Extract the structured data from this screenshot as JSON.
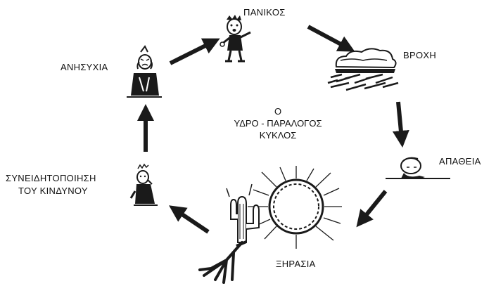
{
  "diagram": {
    "center_title": [
      "Ο",
      "ΥΔΡΟ - ΠΑΡΑΛΟΓΟΣ",
      "ΚΥΚΛΟΣ"
    ],
    "stages": [
      {
        "label": "ΠΑΝΙΚΟΣ",
        "icon": "panicked-person-icon"
      },
      {
        "label": "ΒΡΟΧΗ",
        "icon": "rain-cloud-icon"
      },
      {
        "label": "ΑΠΑΘΕΙΑ",
        "icon": "reclining-person-icon"
      },
      {
        "label": "ΞΗΡΑΣΙΑ",
        "icon": "sun-drought-icon"
      },
      {
        "label_lines": [
          "ΣΥΝΕΙΔΗΤΟΠΟΙΗΣΗ",
          "ΤΟΥ ΚΙΝΔΥΝΟΥ"
        ],
        "icon": "worried-person-icon"
      },
      {
        "label": "ΑΝΗΣΥΧΙΑ",
        "icon": "anxious-person-icon"
      }
    ],
    "arrow_color": "#1a1a1a"
  }
}
